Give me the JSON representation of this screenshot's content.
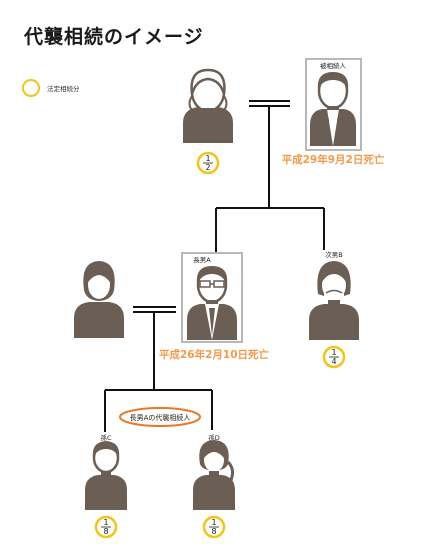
{
  "title": "代襲相続のイメージ",
  "legend": {
    "label": "法定相続分",
    "color": "#f0c419"
  },
  "colors": {
    "person": "#6b5e55",
    "frame": "#b8b8b8",
    "death_text": "#f39a4a",
    "oval": "#e8782a",
    "line": "#111111"
  },
  "people": {
    "grandmother": {
      "share": {
        "numerator": "1",
        "denominator": "2"
      }
    },
    "grandfather": {
      "label": "被相続人",
      "death": "平成29年9月2日死亡"
    },
    "son_a": {
      "label": "長男A",
      "death": "平成26年2月10日死亡"
    },
    "son_b": {
      "label": "次男B",
      "share": {
        "numerator": "1",
        "denominator": "4"
      }
    },
    "wife_a": {},
    "grandson_c": {
      "label": "孫C",
      "share": {
        "numerator": "1",
        "denominator": "8"
      }
    },
    "granddaughter_d": {
      "label": "孫D",
      "share": {
        "numerator": "1",
        "denominator": "8"
      }
    }
  },
  "substitute_label": "長男Aの代襲相続人"
}
